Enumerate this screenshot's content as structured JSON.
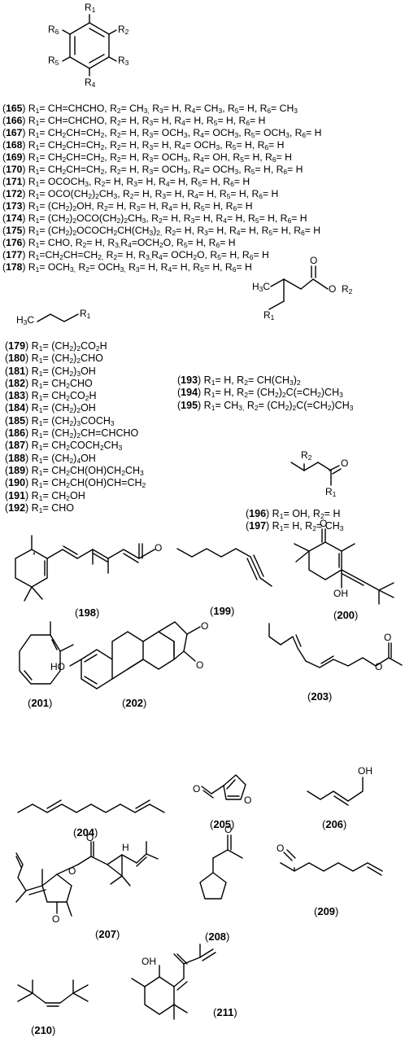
{
  "benzene_substituents": {
    "r1": "R<sub>1</sub>",
    "r2": "R<sub>2</sub>",
    "r3": "R<sub>3</sub>",
    "r4": "R<sub>4</sub>",
    "r5": "R<sub>5</sub>",
    "r6": "R<sub>6</sub>"
  },
  "aromatic_list": [
    {
      "id": "165",
      "text": "R<sub>1</sub>= CH=CHCHO, R<sub>2</sub>= CH<sub>3,</sub> R<sub>3</sub>= H, R<sub>4</sub>= CH<sub>3</sub>, R<sub>5</sub>= H, R<sub>6</sub>= CH<sub>3</sub>"
    },
    {
      "id": "166",
      "text": "R<sub>1</sub>= CH=CHCHO, R<sub>2</sub>= H, R<sub>3</sub>= H, R<sub>4</sub>= H, R<sub>5</sub>= H, R<sub>6</sub>= H"
    },
    {
      "id": "167",
      "text": "R<sub>1</sub>= CH<sub>2</sub>CH=CH<sub>2</sub>, R<sub>2</sub>= H, R<sub>3</sub>= OCH<sub>3</sub>, R<sub>4</sub>= OCH<sub>3</sub>, R<sub>5</sub>= OCH<sub>3</sub>, R<sub>6</sub>= H"
    },
    {
      "id": "168",
      "text": "R<sub>1</sub>= CH<sub>2</sub>CH=CH<sub>2</sub>, R<sub>2</sub>= H, R<sub>3</sub>= H, R<sub>4</sub>= OCH<sub>3</sub>, R<sub>5</sub>= H, R<sub>6</sub>= H"
    },
    {
      "id": "169",
      "text": "R<sub>1</sub>= CH<sub>2</sub>CH=CH<sub>2</sub>, R<sub>2</sub>= H, R<sub>3</sub>= OCH<sub>3</sub>, R<sub>4</sub>= OH, R<sub>5</sub>= H, R<sub>6</sub>= H"
    },
    {
      "id": "170",
      "text": "R<sub>1</sub>= CH<sub>2</sub>CH=CH<sub>2</sub>, R<sub>2</sub>= H, R<sub>3</sub>= OCH<sub>3</sub>, R<sub>4</sub>= OCH<sub>3</sub>, R<sub>5</sub>= H, R<sub>6</sub>= H"
    },
    {
      "id": "171",
      "text": "R<sub>1</sub>= OCOCH<sub>3</sub>, R<sub>2</sub>= H, R<sub>3</sub>= H, R<sub>4</sub>= H, R<sub>5</sub>= H, R<sub>6</sub>= H"
    },
    {
      "id": "172",
      "text": "R<sub>1</sub>= OCO(CH<sub>2</sub>)<sub>2</sub>CH<sub>3</sub>, R<sub>2</sub>= H, R<sub>3</sub>= H, R<sub>4</sub>= H, R<sub>5</sub>= H, R<sub>6</sub>= H"
    },
    {
      "id": "173",
      "text": "R<sub>1</sub>= (CH<sub>2</sub>)<sub>2</sub>OH, R<sub>2</sub>= H, R<sub>3</sub>= H, R<sub>4</sub>= H, R<sub>5</sub>= H, R<sub>6</sub>= H"
    },
    {
      "id": "174",
      "text": "R<sub>1</sub>= (CH<sub>2</sub>)<sub>2</sub>OCO(CH<sub>2</sub>)<sub>2</sub>CH<sub>3</sub>, R<sub>2</sub>= H, R<sub>3</sub>= H, R<sub>4</sub>= H, R<sub>5</sub>= H, R<sub>6</sub>= H"
    },
    {
      "id": "175",
      "text": "R<sub>1</sub>= (CH<sub>2</sub>)<sub>2</sub>OCOCH<sub>2</sub>CH(CH<sub>3</sub>)<sub>2,</sub> R<sub>2</sub>= H, R<sub>3</sub>= H, R<sub>4</sub>= H, R<sub>5</sub>= H, R<sub>6</sub>= H"
    },
    {
      "id": "176",
      "text": "R<sub>1</sub>= CHO, R<sub>2</sub>= H, R<sub>3,</sub>R<sub>4</sub>=OCH<sub>2</sub>O, R<sub>5</sub>= H, R<sub>6</sub>= H"
    },
    {
      "id": "177",
      "text": "R<sub>1</sub>=CH<sub>2</sub>CH=CH<sub>2,</sub> R<sub>2</sub>= H, R<sub>3,</sub>R<sub>4</sub>= OCH<sub>2</sub>O, R<sub>5</sub>= H, R<sub>6</sub>= H"
    },
    {
      "id": "178",
      "text": "R<sub>1</sub>= OCH<sub>3,</sub> R<sub>2</sub>= OCH<sub>3,</sub> R<sub>3</sub>= H, R<sub>4</sub>= H, R<sub>5</sub>= H, R<sub>6</sub>= H"
    }
  ],
  "aliphatic_head": {
    "h3c": "H<sub>3</sub>C",
    "r1": "R<sub>1</sub>"
  },
  "aliphatic_list": [
    {
      "id": "179",
      "text": "R<sub>1</sub>= (CH<sub>2</sub>)<sub>2</sub>CO<sub>2</sub>H"
    },
    {
      "id": "180",
      "text": "R<sub>1</sub>= (CH<sub>2</sub>)<sub>2</sub>CHO"
    },
    {
      "id": "181",
      "text": "R<sub>1</sub>= (CH<sub>2</sub>)<sub>3</sub>OH"
    },
    {
      "id": "182",
      "text": "R<sub>1</sub>= CH<sub>2</sub>CHO"
    },
    {
      "id": "183",
      "text": "R<sub>1</sub>= CH<sub>2</sub>CO<sub>2</sub>H"
    },
    {
      "id": "184",
      "text": "R<sub>1</sub>= (CH<sub>2</sub>)<sub>2</sub>OH"
    },
    {
      "id": "185",
      "text": "R<sub>1</sub>= (CH<sub>2</sub>)<sub>3</sub>COCH<sub>3</sub>"
    },
    {
      "id": "186",
      "text": "R<sub>1</sub>= (CH<sub>2</sub>)<sub>2</sub>CH=CHCHO"
    },
    {
      "id": "187",
      "text": "R<sub>1</sub>= CH<sub>2</sub>COCH<sub>2</sub>CH<sub>3</sub>"
    },
    {
      "id": "188",
      "text": "R<sub>1</sub>= (CH<sub>2</sub>)<sub>4</sub>OH"
    },
    {
      "id": "189",
      "text": "R<sub>1</sub>= CH<sub>2</sub>CH(OH)CH<sub>2</sub>CH<sub>3</sub>"
    },
    {
      "id": "190",
      "text": "R<sub>1</sub>= CH<sub>2</sub>CH(OH)CH=CH<sub>2</sub>"
    },
    {
      "id": "191",
      "text": "R<sub>1</sub>= CH<sub>2</sub>OH"
    },
    {
      "id": "192",
      "text": "R<sub>1</sub>= CHO"
    }
  ],
  "ester_head": {
    "h3c": "H<sub>3</sub>C",
    "o_carbonyl": "O",
    "o_ester": "O",
    "r2": "R<sub>2</sub>",
    "r1": "R<sub>1</sub>"
  },
  "ester_list": [
    {
      "id": "193",
      "text": "R<sub>1</sub>= H, R<sub>2</sub>= CH(CH<sub>3</sub>)<sub>2</sub>"
    },
    {
      "id": "194",
      "text": "R<sub>1</sub>= H, R<sub>2</sub>= (CH<sub>2</sub>)<sub>2</sub>C(=CH<sub>2</sub>)CH<sub>3</sub>"
    },
    {
      "id": "195",
      "text": "R<sub>1</sub>= CH<sub>3,</sub> R<sub>2</sub>= (CH<sub>2</sub>)<sub>2</sub>C(=CH<sub>2</sub>)CH<sub>3</sub>"
    }
  ],
  "ketone_head": {
    "r2": "R<sub>2</sub>",
    "o": "O",
    "r1": "R<sub>1</sub>"
  },
  "ketone_list": [
    {
      "id": "196",
      "text": "R<sub>1</sub>= OH, R<sub>2</sub>= H"
    },
    {
      "id": "197",
      "text": "R<sub>1</sub>= H, R<sub>2</sub>= CH<sub>3</sub>"
    }
  ],
  "structures": [
    {
      "id": "198",
      "label": "198"
    },
    {
      "id": "199",
      "label": "199"
    },
    {
      "id": "200",
      "label": "200"
    },
    {
      "id": "201",
      "label": "201"
    },
    {
      "id": "202",
      "label": "202"
    },
    {
      "id": "203",
      "label": "203"
    },
    {
      "id": "204",
      "label": "204"
    },
    {
      "id": "205",
      "label": "205"
    },
    {
      "id": "206",
      "label": "206"
    },
    {
      "id": "207",
      "label": "207"
    },
    {
      "id": "208",
      "label": "208"
    },
    {
      "id": "209",
      "label": "209"
    },
    {
      "id": "210",
      "label": "210"
    },
    {
      "id": "211",
      "label": "211"
    }
  ],
  "atoms": {
    "o": "O",
    "oh": "OH",
    "ho": "HO",
    "h": "H"
  }
}
